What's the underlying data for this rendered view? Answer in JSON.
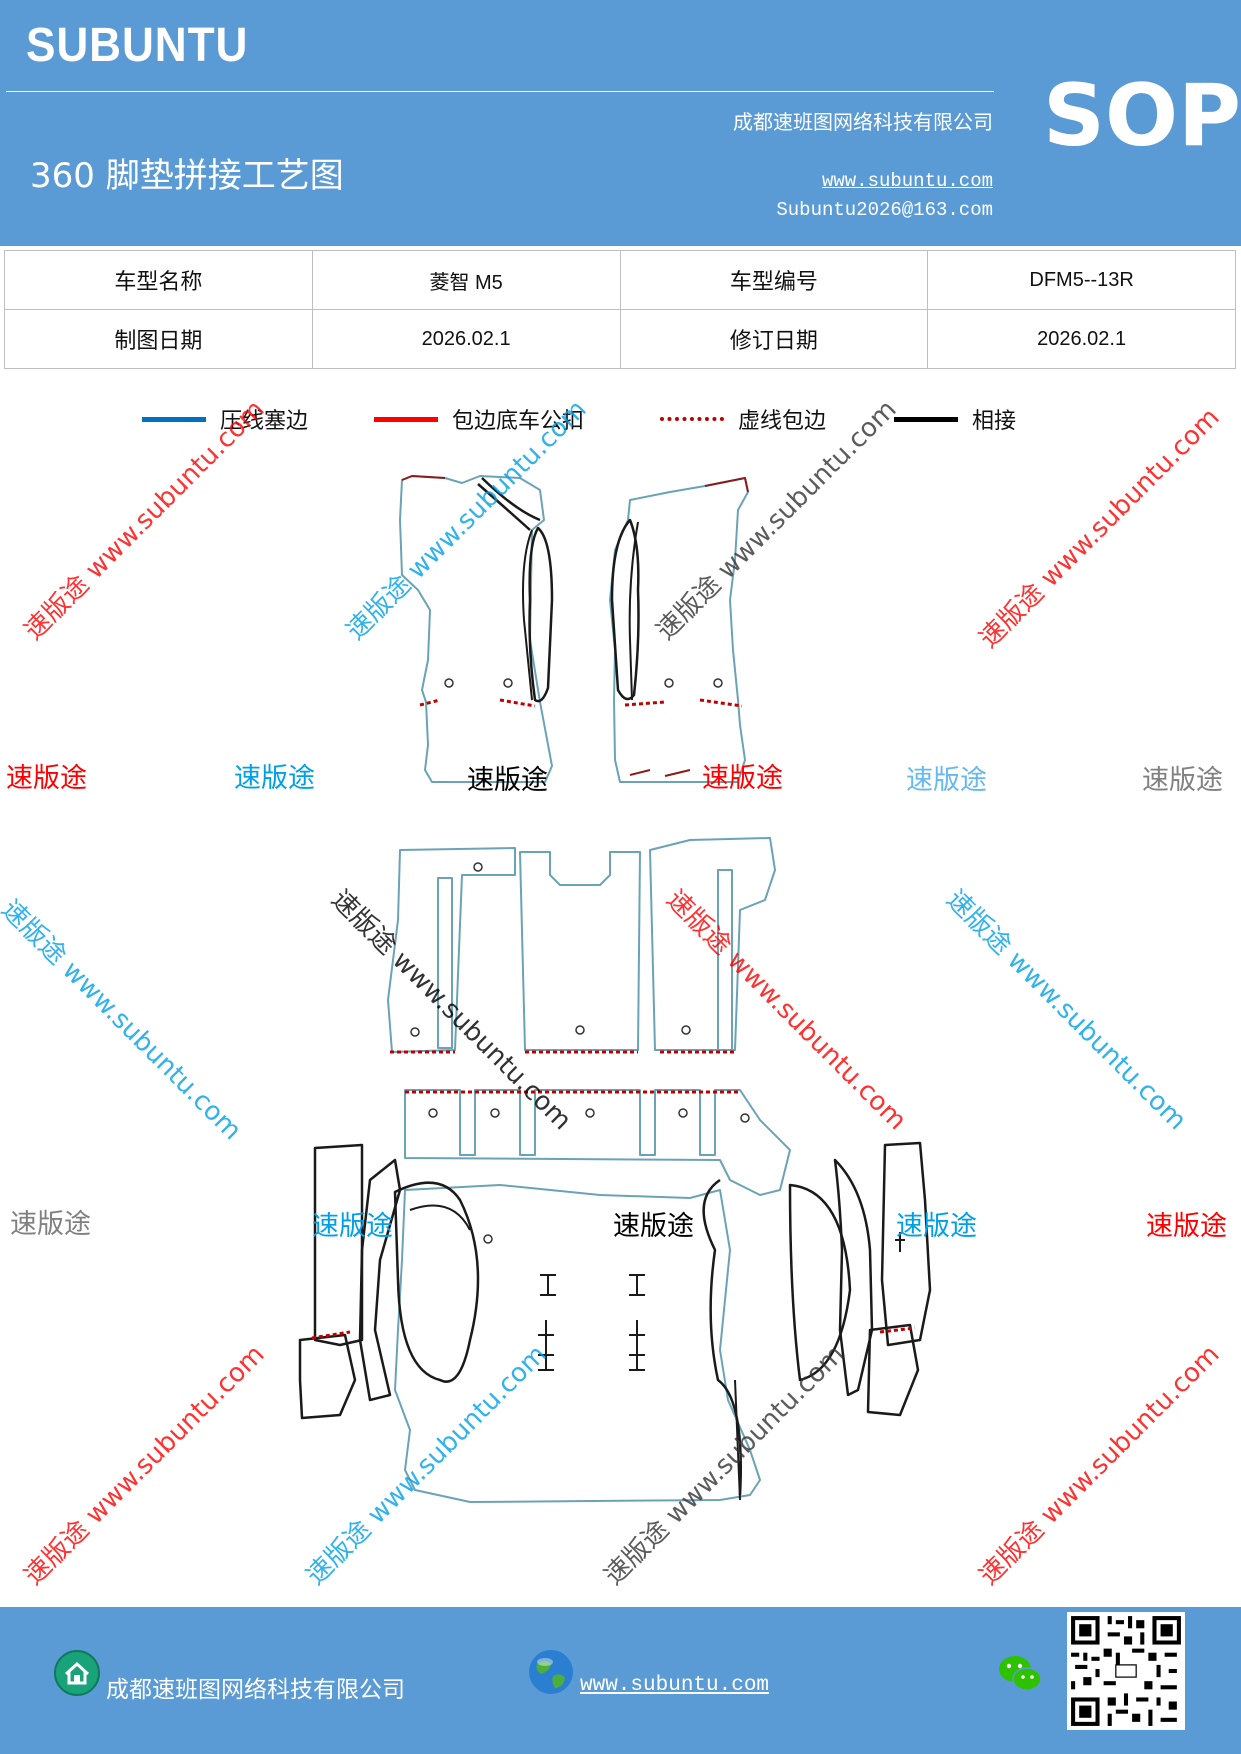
{
  "header": {
    "brand": "SUBUNTU",
    "title": "360 脚垫拼接工艺图",
    "company": "成都速班图网络科技有限公司",
    "website": "www.subuntu.com",
    "email": "Subuntu2026@163.com",
    "badge": "SOP",
    "background_color": "#5b9bd5"
  },
  "info_table": {
    "rows": [
      {
        "label1": "车型名称",
        "value1": "菱智 M5",
        "label2": "车型编号",
        "value2": "DFM5--13R"
      },
      {
        "label1": "制图日期",
        "value1": "2026.02.1",
        "label2": "修订日期",
        "value2": "2026.02.1"
      }
    ]
  },
  "legend": {
    "items": [
      {
        "label": "压线塞边",
        "color": "#0070c0",
        "style": "solid"
      },
      {
        "label": "包边底车公扣",
        "color": "#ff0000",
        "style": "solid"
      },
      {
        "label": "虚线包边",
        "color": "#c00000",
        "style": "dotted"
      },
      {
        "label": "相接",
        "color": "#000000",
        "style": "solid"
      }
    ]
  },
  "watermarks": {
    "brand_text": "速版途",
    "diagonal_text": "速版途 www.subuntu.com",
    "colors": {
      "red": "#ff0000",
      "blue": "#00a0e9",
      "black": "#000000",
      "gray": "#808080",
      "light_blue": "#66b8f0"
    }
  },
  "footer": {
    "company": "成都速班图网络科技有限公司",
    "website": "www.subuntu.com ",
    "icons": [
      "home-icon",
      "globe-icon",
      "wechat-icon",
      "qr-code"
    ]
  }
}
